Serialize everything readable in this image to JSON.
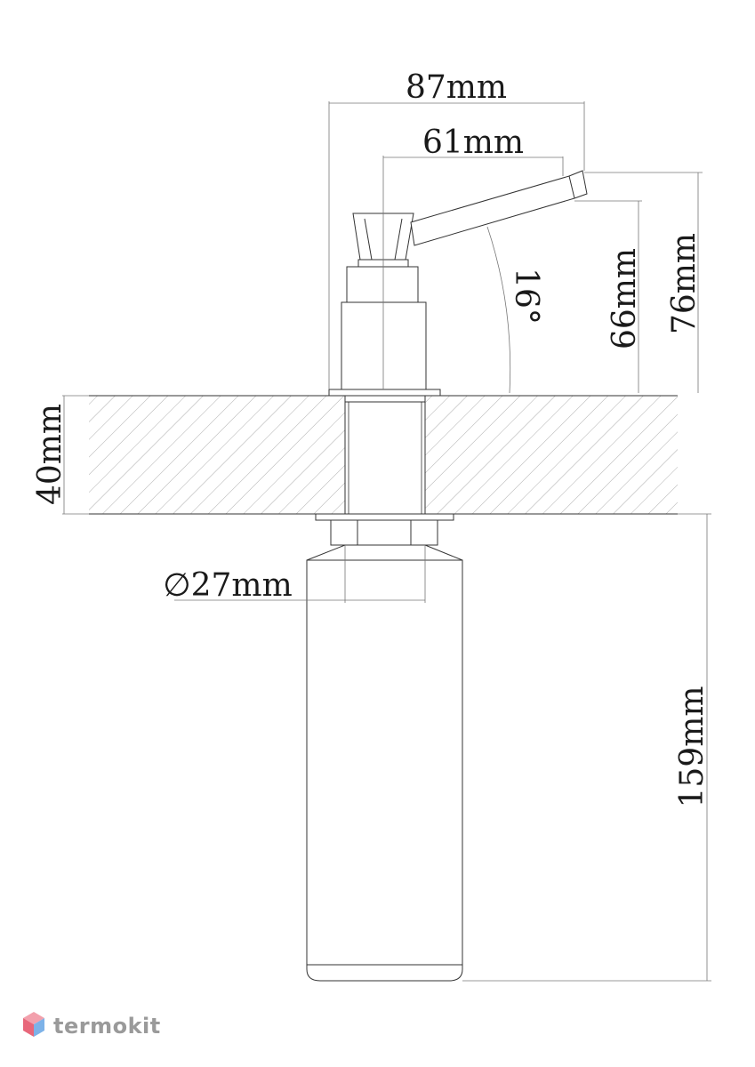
{
  "dimensions": {
    "width_total": "87mm",
    "width_spout": "61mm",
    "angle": "16°",
    "height_spout_end": "66mm",
    "height_total": "76mm",
    "countertop_thickness": "40mm",
    "diameter": "∅27mm",
    "bottle_length": "159mm"
  },
  "watermark": {
    "brand": "termokit"
  },
  "colors": {
    "line": "#333333",
    "hatch": "#9a9a9a",
    "logo_red": "#e8677a",
    "logo_blue": "#7db2e8"
  }
}
